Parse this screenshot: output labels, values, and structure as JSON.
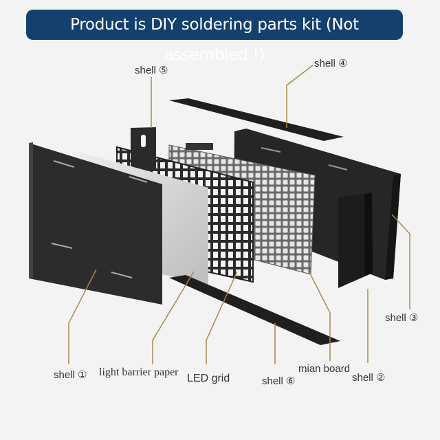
{
  "banner": {
    "text": "Product is  DIY soldering parts kit (Not assembled !)"
  },
  "labels": {
    "shell1": "shell ①",
    "shell2": "shell ②",
    "shell3": "shell ③",
    "shell4": "shell ④",
    "shell5": "shell ⑤",
    "shell6": "shell ⑥",
    "light_barrier": "light barrier paper",
    "led_grid": "LED grid",
    "main_board": "mian board"
  },
  "colors": {
    "banner_bg": "#14406e",
    "leader_line": "#a8894a",
    "panel_dark": "#2b2b2b",
    "background": "#f3f3f3"
  }
}
